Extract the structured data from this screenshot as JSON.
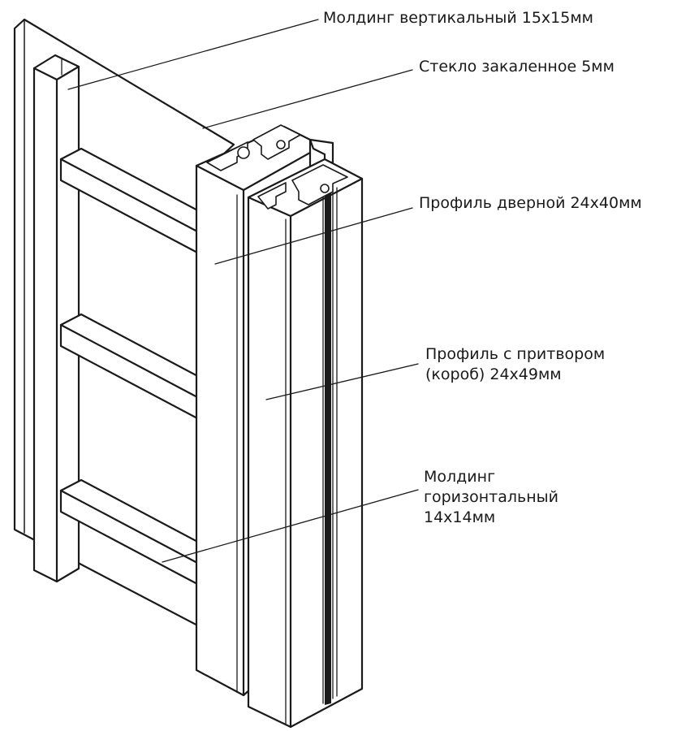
{
  "callouts": {
    "molding_vertical": "Молдинг вертикальный 15х15мм",
    "glass": "Стекло закаленное 5мм",
    "door_profile": "Профиль дверной 24х40мм",
    "frame_profile": [
      "Профиль с притвором",
      "(короб) 24х49мм"
    ],
    "molding_horizontal": [
      "Молдинг",
      "горизонтальный",
      "14х14мм"
    ]
  }
}
